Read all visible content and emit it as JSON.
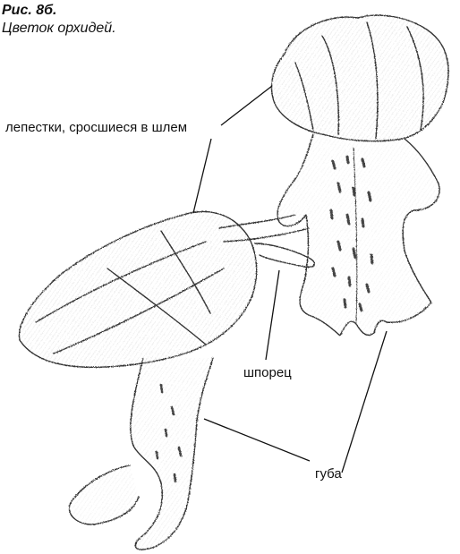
{
  "caption": {
    "figure_number": "Рис. 8б.",
    "title": "Цветок орхидей."
  },
  "labels": {
    "petals_helmet": "лепестки, сросшиеся в шлем",
    "spur": "шпорец",
    "lip": "губа"
  }
}
